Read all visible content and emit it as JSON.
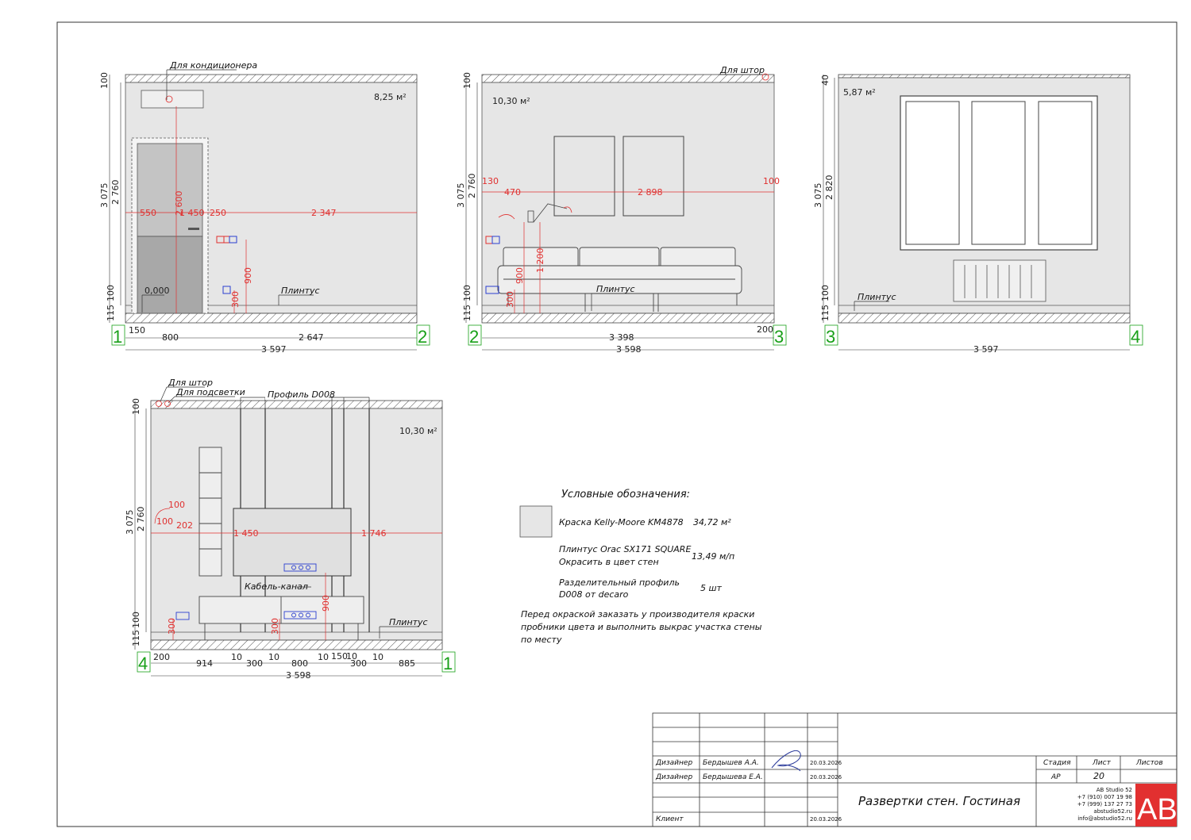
{
  "colors": {
    "wall_fill": "#e6e6e6",
    "dimension_red": "#e0302f",
    "axis_green": "#18a018",
    "outlet_blue": "#2b3fd0",
    "outlet_red": "#e0302f",
    "logo_red": "#e23030"
  },
  "elevations": {
    "e1": {
      "area": "8,25 м²",
      "label_ac": "Для кондиционера",
      "label_plinth": "Плинтус",
      "level": "0,000",
      "axis_left": "1",
      "axis_right": "2",
      "vdim": {
        "total": "3 075",
        "inner": "2 760",
        "top": "100",
        "bottom_plinth": "100",
        "bottom_floor": "115"
      },
      "red": {
        "a": "550",
        "b": "1 450",
        "c": "250",
        "d": "2 347",
        "door_h": "2 600",
        "h1": "900",
        "h2": "300"
      },
      "bottom": {
        "a": "150",
        "b": "800",
        "c": "2 647",
        "total": "3 597"
      }
    },
    "e2": {
      "area": "10,30 м²",
      "label_curtain": "Для штор",
      "label_plinth": "Плинтус",
      "axis_left": "2",
      "axis_right": "3",
      "vdim": {
        "total": "3 075",
        "inner": "2 760",
        "top": "100",
        "bottom_plinth": "100",
        "bottom_floor": "115"
      },
      "red": {
        "a": "130",
        "b": "470",
        "c": "2 898",
        "d": "100",
        "h1": "900",
        "h2": "300",
        "h3": "1 200"
      },
      "bottom": {
        "a": "3 398",
        "b": "200",
        "total": "3 598"
      }
    },
    "e3": {
      "area": "5,87 м²",
      "label_plinth": "Плинтус",
      "axis_left": "3",
      "axis_right": "4",
      "vdim": {
        "total": "3 075",
        "inner": "2 820",
        "top": "40",
        "bottom_plinth": "100",
        "bottom_floor": "115"
      },
      "bottom": {
        "total": "3 597"
      }
    },
    "e4": {
      "area": "10,30 м²",
      "label_curtain": "Для штор",
      "label_light": "Для подсветки",
      "label_profile": "Профиль D008",
      "label_cable": "Кабель-канал",
      "label_plinth": "Плинтус",
      "axis_left": "4",
      "axis_right": "1",
      "vdim": {
        "total": "3 075",
        "inner": "2 760",
        "top": "100",
        "bottom_plinth": "100",
        "bottom_floor": "115"
      },
      "red": {
        "a": "100",
        "b": "100",
        "c": "202",
        "d": "1 450",
        "e": "1 746",
        "h1": "900",
        "h2": "300",
        "h3": "300"
      },
      "bottom": {
        "a": "200",
        "b": "914",
        "c": "10",
        "d": "300",
        "e": "10",
        "f": "800",
        "g": "10",
        "h": "150",
        "i": "10",
        "j": "300",
        "k": "10",
        "l": "885",
        "total": "3 598"
      }
    }
  },
  "legend": {
    "title": "Условные обозначения:",
    "items": [
      {
        "text1": "Краска Kelly-Moore KM4878",
        "text2": "",
        "value": "34,72 м²"
      },
      {
        "text1": "Плинтус Orac SX171 SQUARE",
        "text2": "Окрасить в цвет стен",
        "value": "13,49 м/п"
      },
      {
        "text1": "Разделительный профиль",
        "text2": "D008 от decaro",
        "value": "5 шт"
      }
    ],
    "note_lines": [
      "Перед окраской заказать у производителя краски",
      "пробники цвета и выполнить выкрас участка стены",
      "по месту"
    ]
  },
  "title_block": {
    "rows": [
      {
        "role": "Дизайнер",
        "name": "Бердышев А.А.",
        "date": "20.03.2026"
      },
      {
        "role": "Дизайнер",
        "name": "Бердышева Е.А.",
        "date": "20.03.2026"
      },
      {
        "role": "Клиент",
        "name": "",
        "date": "20.03.2026"
      }
    ],
    "headers": {
      "stage": "Стадия",
      "sheet": "Лист",
      "sheets": "Листов"
    },
    "values": {
      "stage": "АР",
      "sheet": "20",
      "sheets": ""
    },
    "drawing_title": "Развертки стен. Гостиная",
    "studio_lines": [
      "AB Studio 52",
      "+7 (910) 007 19 98",
      "+7 (999) 137 27 73",
      "abstudio52.ru",
      "info@abstudio52.ru"
    ],
    "logo_text": "AB"
  }
}
